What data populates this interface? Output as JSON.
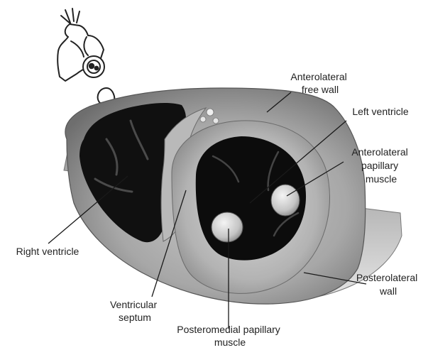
{
  "labels": {
    "anterolateral_free_wall": [
      "Anterolateral",
      "free wall"
    ],
    "left_ventricle": [
      "Left ventricle"
    ],
    "anterolateral_papillary_muscle": [
      "Anterolateral",
      "papillary",
      "muscle"
    ],
    "right_ventricle": [
      "Right ventricle"
    ],
    "posterolateral_wall": [
      "Posterolateral",
      "wall"
    ],
    "ventricular_septum": [
      "Ventricular",
      "septum"
    ],
    "posteromedial_papillary_muscle": [
      "Posteromedial papillary",
      "muscle"
    ]
  },
  "colors": {
    "text": "#222222",
    "leader_line": "#1a1a1a",
    "myocardium": "#9a9a9a",
    "cavity": "#0e0e0e"
  },
  "icons": [
    "heart-orientation-icon",
    "slice-orientation-icon"
  ]
}
